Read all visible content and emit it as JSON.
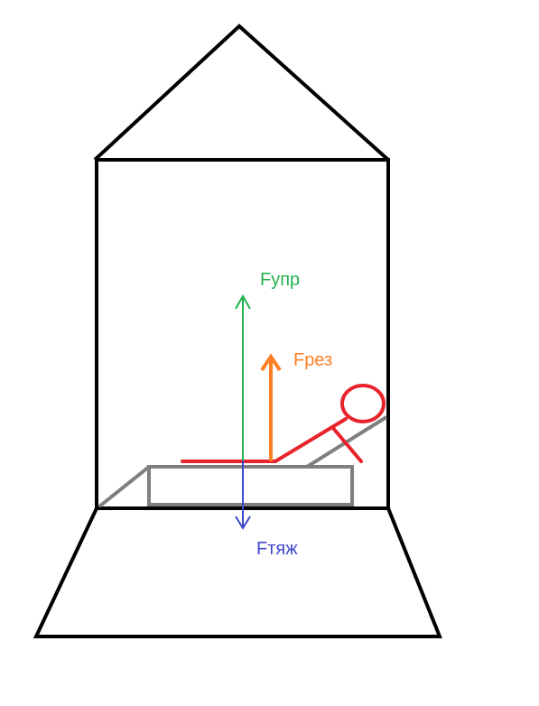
{
  "labels": {
    "elastic_force": "Fупр",
    "resultant_force": "Fрез",
    "gravity_force": "Fтяж"
  },
  "colors": {
    "outline": "#000000",
    "bed": "#7f7f7f",
    "person": "#e8232b",
    "elastic_force": "#22b14c",
    "resultant_force": "#ff7f27",
    "gravity_force": "#3f48cc",
    "background": "#ffffff"
  }
}
